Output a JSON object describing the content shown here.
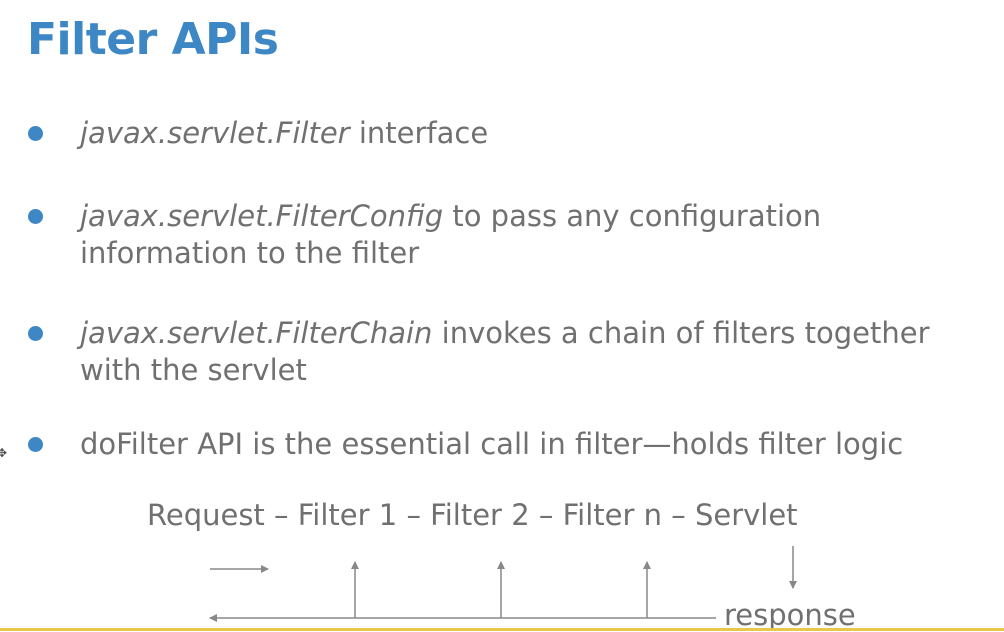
{
  "title": "Filter APIs",
  "bullets": [
    {
      "code": "javax.servlet.Filter",
      "text": " interface"
    },
    {
      "code": "javax.servlet.FilterConfig",
      "text": " to pass any configuration information to the filter"
    },
    {
      "code": "javax.servlet.FilterChain",
      "text": " invokes a chain of filters together with the servlet"
    },
    {
      "code": "",
      "text": "doFilter API is the essential call in filter—holds filter logic"
    }
  ],
  "diagram": {
    "chain_text": "Request – Filter 1 – Filter 2 – Filter n – Servlet",
    "response_label": "response"
  },
  "colors": {
    "accent": "#3d88c4",
    "text": "#707070",
    "arrow": "#888888",
    "bottom_bar": "#e8c84a"
  }
}
